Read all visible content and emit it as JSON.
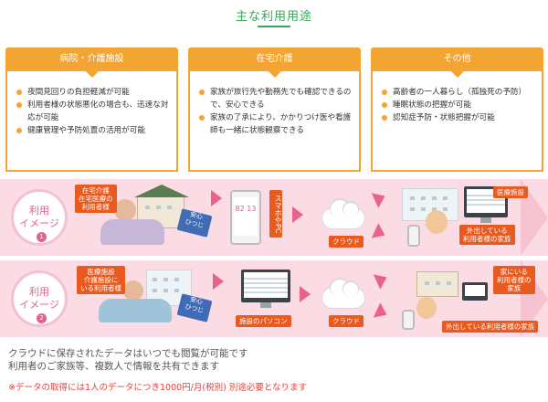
{
  "title": "主な利用用途",
  "columns": [
    {
      "heading": "病院・介護施設",
      "items": [
        "夜間見回りの負担軽減が可能",
        "利用者様の状態悪化の場合も、迅速な対応が可能",
        "健康管理や予防処置の活用が可能"
      ]
    },
    {
      "heading": "在宅介護",
      "items": [
        "家族が旅行先や勤務先でも確認できるので、安心できる",
        "家族の了承により、かかりつけ医や看護師も一緒に状態観察できる"
      ]
    },
    {
      "heading": "その他",
      "items": [
        "高齢者の一人暮らし（孤独死の予防）",
        "睡眠状態の把握が可能",
        "認知症予防・状態把握が可能"
      ]
    }
  ],
  "example1": {
    "label_line1": "利用",
    "label_line2": "イメージ",
    "number": "1",
    "patient_tag": "在宅介護\n在宅医療の\n利用者様",
    "sensor": "安心\nひつじ",
    "device_tag": "スマホやPC",
    "phone_reading": "82 13",
    "cloud_tag": "クラウド",
    "facility_tag": "医療施設",
    "family_tag": "外出している\n利用者様の家族"
  },
  "example2": {
    "label_line1": "利用",
    "label_line2": "イメージ",
    "number": "2",
    "patient_tag": "医療施設\n介護施設に\nいる利用者様",
    "sensor": "安心\nひつじ",
    "device_tag": "施設のパソコン",
    "cloud_tag": "クラウド",
    "home_tag": "家にいる\n利用者様の\n家族",
    "family_tag": "外出している利用者様の家族"
  },
  "footer": {
    "line1": "クラウドに保存されたデータはいつでも閲覧が可能です",
    "line2": "利用者のご家族等、複数人で情報を共有できます",
    "note": "※データの取得には1人のデータにつき1000円/月(税別) 別途必要となります"
  },
  "colors": {
    "accent_green": "#3aa55a",
    "accent_orange": "#f3a433",
    "tag_red": "#e95a1f",
    "band_pink": "#fbdbe4",
    "note_red": "#e2433b"
  }
}
